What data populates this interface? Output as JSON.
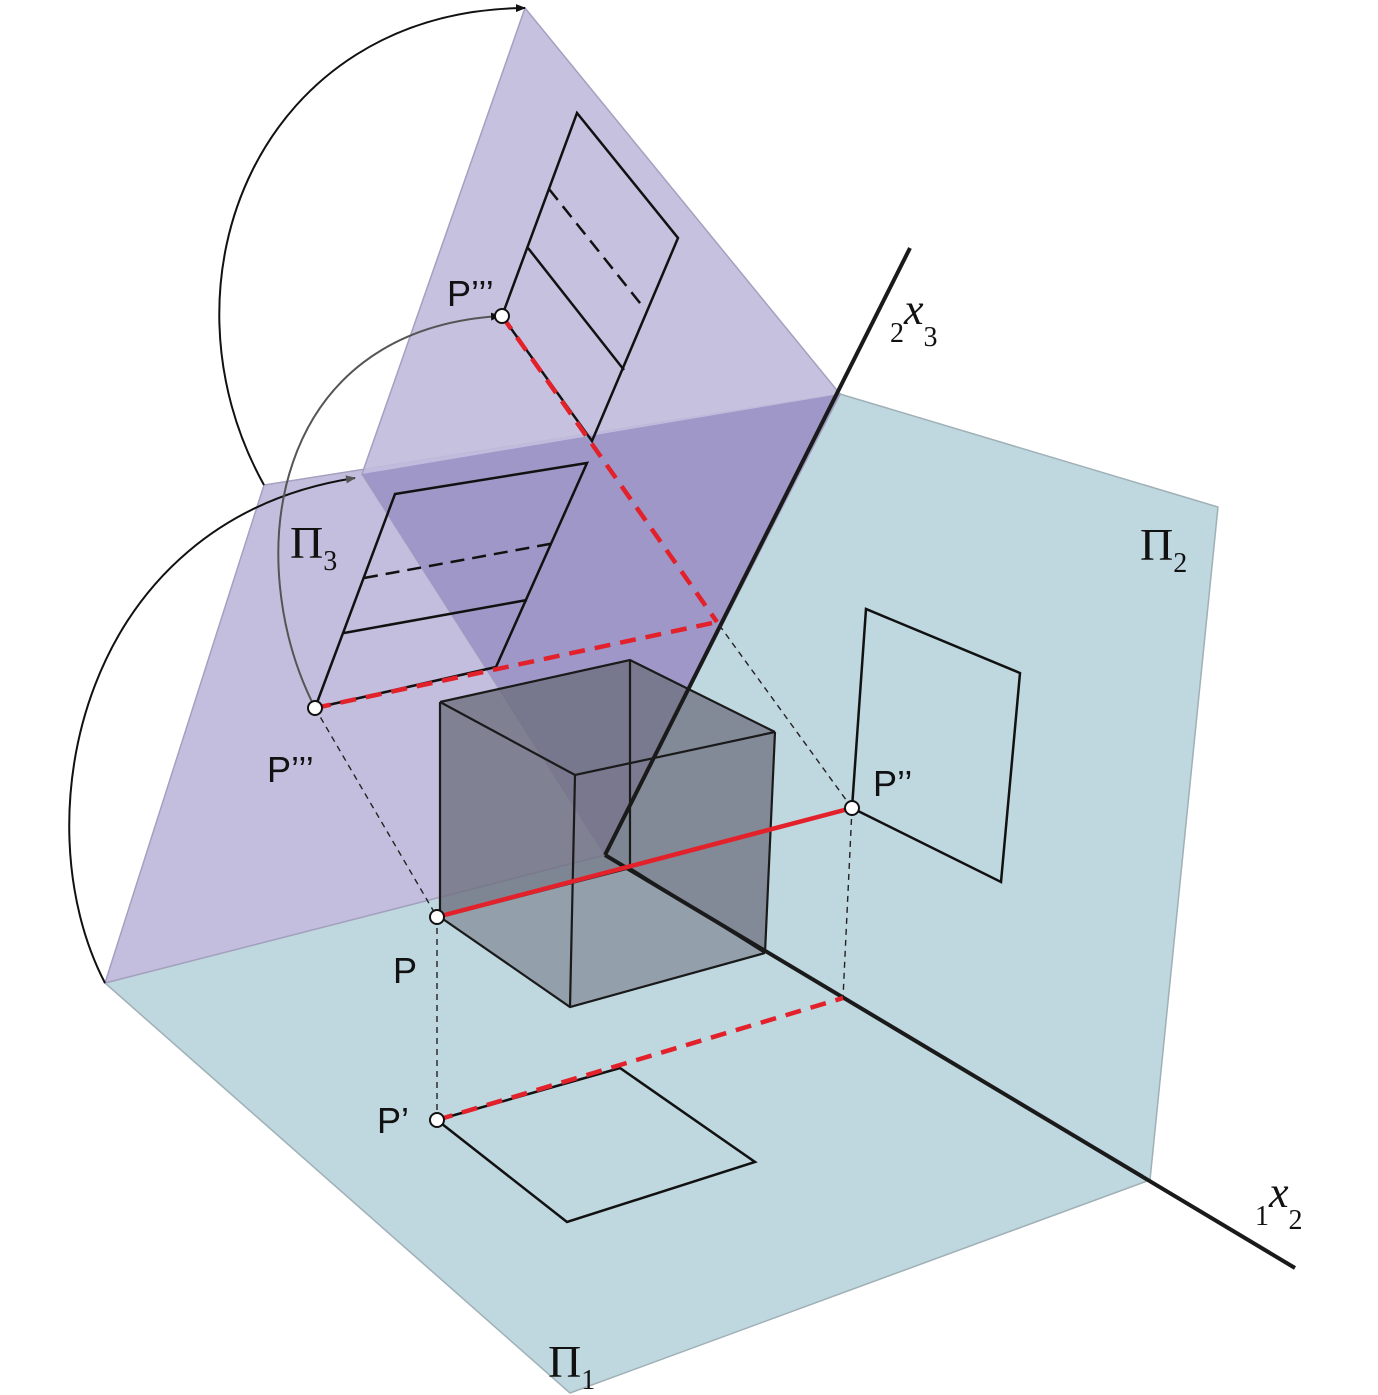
{
  "colors": {
    "plane_pi1_pi2": "#bfd7df",
    "plane_pi3": "#c1bcdc",
    "plane_overlap": "#9d95c5",
    "cube_face": "#7d7f8a",
    "projection_line": "#e3212b",
    "outline": "#111111"
  },
  "labels": {
    "pi1": {
      "main": "Π",
      "sub": "1"
    },
    "pi2": {
      "main": "Π",
      "sub": "2"
    },
    "pi3": {
      "main": "Π",
      "sub": "3"
    },
    "axis_x2": {
      "pre": "1",
      "main": "x",
      "sub": "2"
    },
    "axis_x3": {
      "pre": "2",
      "main": "x",
      "sub": "3"
    },
    "point_p": "P",
    "point_p1": "P’",
    "point_p2": "P’’",
    "point_p3": "P’’’",
    "point_p3_rotated": "P’’’"
  }
}
